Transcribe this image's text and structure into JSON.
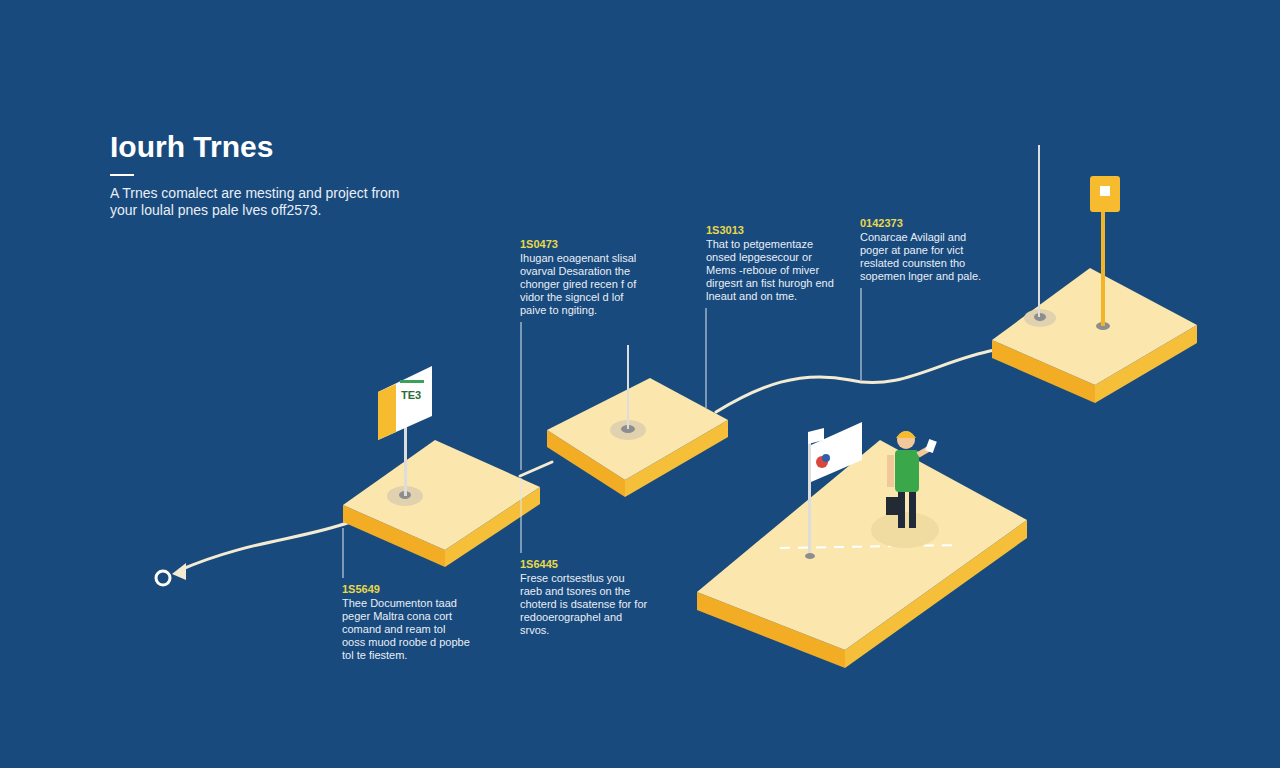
{
  "diagram": {
    "title": "Iourh Trnes",
    "caption": "A Trnes comalect are mesting and project from your loulal pnes pale lves off2573.",
    "labels": [
      "1S0473",
      "Ihugan eoagenant slisal ovarval Desaration the chonger gired recen f of vidor the signcel d lof paive to ngiting.",
      "1S3013",
      "That to petgementaze onsed lepgesecour or Mems -reboue of miver dirgesrt an fist hurogh end lneaut and on tme.",
      "0142373",
      "Conarcae Avilagil and poger at pane for vict reslated counsten tho sopemen lnger and pale.",
      "1S5649",
      "Thee Documenton taad peger Maltra cona cort comand and ream tol ooss muod roobe d popbe tol te fiestem.",
      "1S6445",
      "Frese cortsestlus you raeb and tsores on the choterd is dsatense for for redooerographel and srvos.",
      "TE3"
    ]
  }
}
